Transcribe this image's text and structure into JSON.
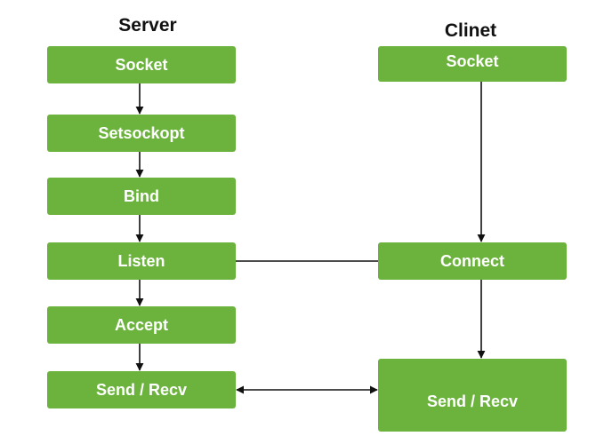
{
  "headings": {
    "server": "Server",
    "client": "Clinet"
  },
  "server": {
    "socket": "Socket",
    "setsockopt": "Setsockopt",
    "bind": "Bind",
    "listen": "Listen",
    "accept": "Accept",
    "send_recv": "Send / Recv"
  },
  "client": {
    "socket": "Socket",
    "connect": "Connect",
    "send_recv": "Send / Recv"
  },
  "colors": {
    "node_fill": "#6cb33e",
    "node_text": "#ffffff",
    "connector": "#111111"
  }
}
